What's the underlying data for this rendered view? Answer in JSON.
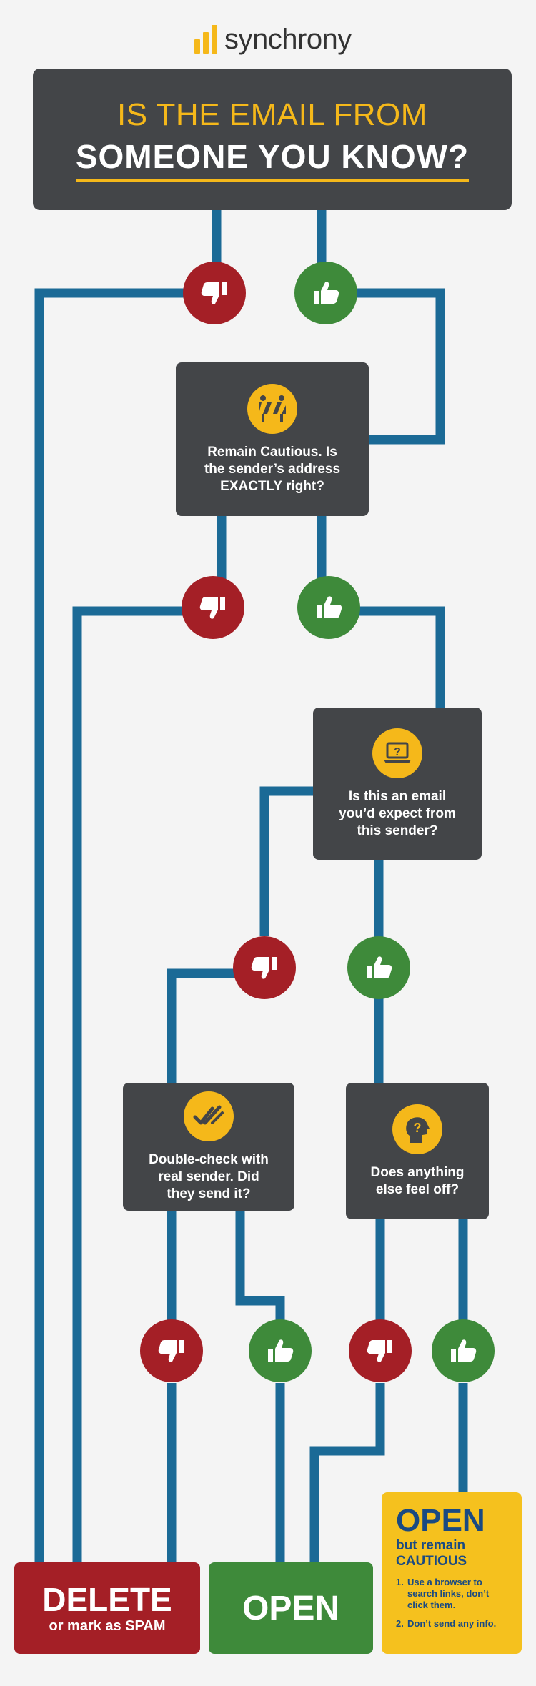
{
  "brand": {
    "name": "synchrony",
    "color": "#f5b81a"
  },
  "title": {
    "line1": "Is the email from",
    "line2": "someone you know?"
  },
  "questions": {
    "cautious": {
      "text": "Remain Cautious. Is\nthe sender’s address\nEXACTLY right?",
      "icon": "road-barrier-icon"
    },
    "expect": {
      "text": "Is this an email\nyou’d expect from\nthis sender?",
      "icon": "laptop-question-icon"
    },
    "double_check": {
      "text": "Double-check with\nreal sender. Did\nthey send it?",
      "icon": "double-check-icon"
    },
    "feel_off": {
      "text": "Does anything\nelse feel off?",
      "icon": "head-question-icon"
    }
  },
  "outcomes": {
    "delete": {
      "main": "DELETE",
      "sub": "or mark as SPAM"
    },
    "open": {
      "main": "OPEN"
    },
    "open_cautious": {
      "main": "OPEN",
      "sub": "but remain CAUTIOUS",
      "tips": [
        {
          "num": "1.",
          "text": "Use a browser to search links, don’t click them."
        },
        {
          "num": "2.",
          "text": "Don’t send any info."
        }
      ]
    }
  },
  "colors": {
    "yes": "#3e8a3a",
    "no": "#a41f26",
    "connector": "#1b6a96",
    "box": "#434548",
    "caution": "#f5c11e"
  }
}
